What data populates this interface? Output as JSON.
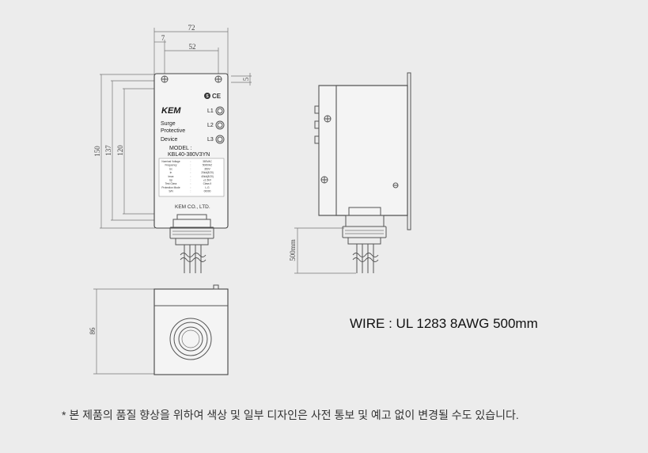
{
  "dimensions": {
    "width_72": "72",
    "inner_7": "7",
    "hole_52": "52",
    "offset_5": "5",
    "height_150": "150",
    "height_137": "137",
    "height_120": "120",
    "cable_500": "500mm",
    "depth_86": "86"
  },
  "device": {
    "logo": "KEM",
    "line1": "Surge",
    "line2": "Protective",
    "line3": "Device",
    "model_label": "MODEL :",
    "model_value": "KBL40-380V3YN",
    "lamps": [
      "L1",
      "L2",
      "L3"
    ],
    "manufacturer": "KEM CO., LTD."
  },
  "spec_table": [
    [
      "Nominal Voltage",
      ":",
      "380VAC"
    ],
    [
      "Frequency",
      ":",
      "50/60HZ"
    ],
    [
      "Uc",
      ":",
      "350V"
    ],
    [
      "In",
      ":",
      "20kA(8/20)"
    ],
    [
      "Imax",
      ":",
      "40kA(8/20)"
    ],
    [
      "Up",
      ":",
      "≤1.5kV"
    ],
    [
      "Test Class",
      ":",
      "Class II"
    ],
    [
      "Protection Mode",
      ":",
      "L-G"
    ],
    [
      "S/N",
      ":",
      "00000"
    ]
  ],
  "wire_spec": "WIRE : UL 1283 8AWG 500mm",
  "footnote": "* 본 제품의 품질 향상을 위하여 색상 및 일부 디자인은 사전 통보 및 예고 없이 변경될 수도 있습니다."
}
